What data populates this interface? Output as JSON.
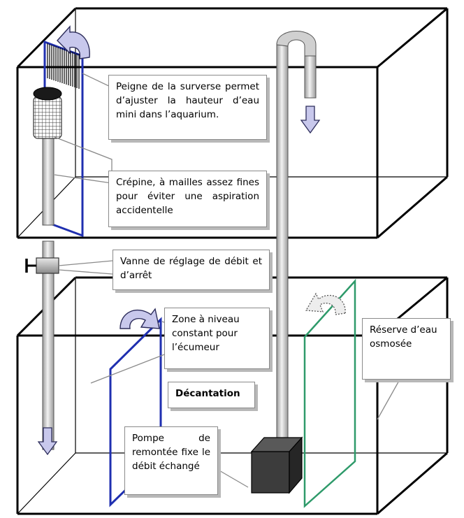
{
  "colors": {
    "outline": "#000000",
    "pipe_fill": "#dcdcdc",
    "pipe_stroke": "#555555",
    "overflow_blue": "#1f2fb0",
    "reserve_green": "#2e9a6a",
    "arrow_fill": "#c8c8ec",
    "arrow_stroke": "#2c2c5a",
    "callout_border": "#8a8a8a",
    "callout_shadow": "#b8b8b8",
    "pump_fill": "#3c3c3c"
  },
  "icons": [
    "flow-arrow-icon",
    "curved-overflow-arrow-icon",
    "valve-icon",
    "pump-icon",
    "strainer-icon",
    "overflow-comb-icon"
  ],
  "labels": {
    "peigne": "Peigne de la surverse permet d’ajuster la hauteur d’eau mini dans l’aquarium.",
    "crepine": "Crépine, à mailles assez fines pour éviter une aspiration accidentelle",
    "vanne": "Vanne de réglage de débit et d’arrêt",
    "zone": "Zone à niveau constant pour l’écumeur",
    "decantation": "Décantation",
    "reserve": "Réserve d’eau osmosée",
    "pompe": "Pompe de remontée fixe le débit échangé"
  }
}
